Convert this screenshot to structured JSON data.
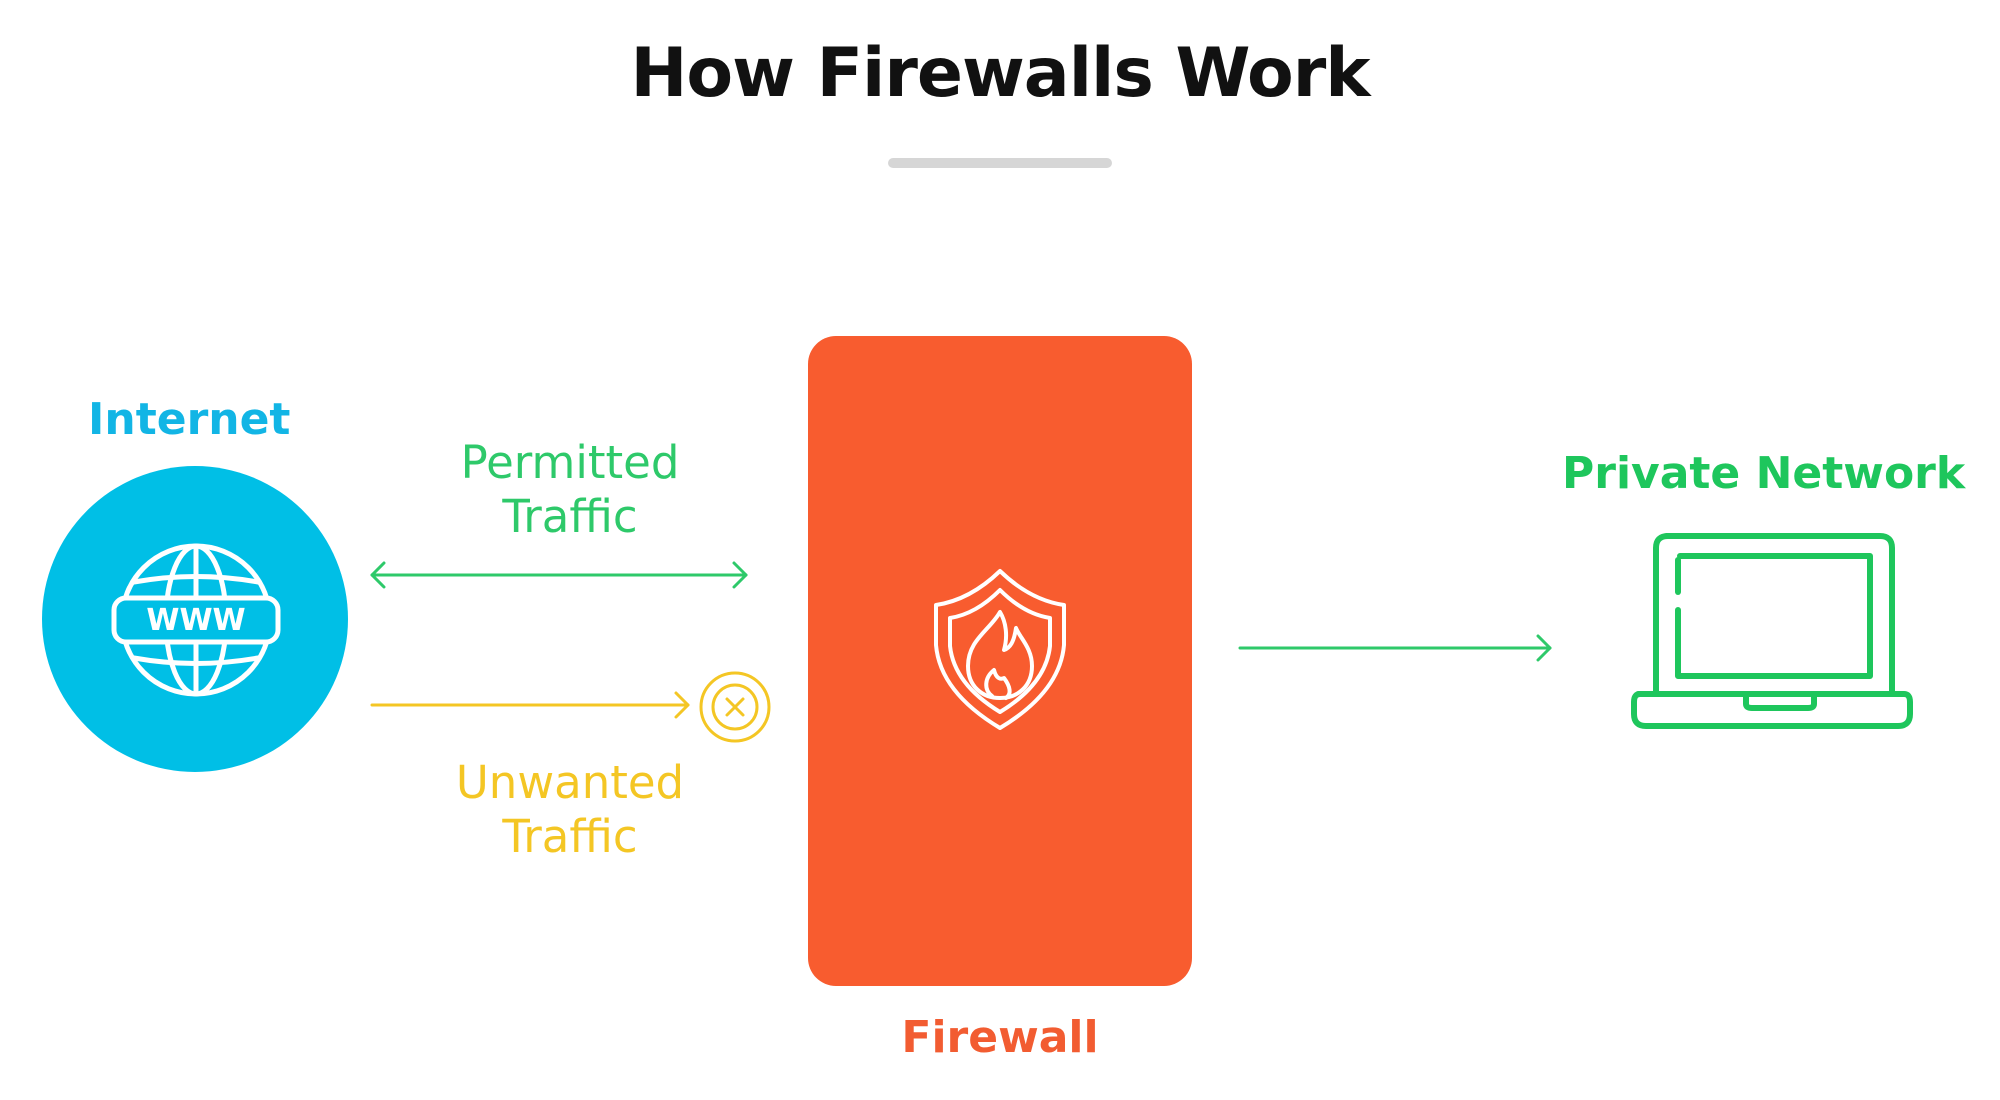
{
  "title": "How Firewalls Work",
  "nodes": {
    "internet": {
      "label": "Internet",
      "icon": "globe-www-icon",
      "icon_text": "WWW",
      "color": "#00bfe6"
    },
    "firewall": {
      "label": "Firewall",
      "icon": "fire-shield-icon",
      "color": "#f85c2f"
    },
    "private_network": {
      "label": "Private Network",
      "icon": "laptop-icon",
      "color": "#1ec65c"
    }
  },
  "traffic": {
    "permitted": {
      "line1": "Permitted",
      "line2": "Traffic",
      "color": "#2ec96a",
      "icon": "double-headed-arrow-icon"
    },
    "unwanted": {
      "line1": "Unwanted",
      "line2": "Traffic",
      "color": "#f4c624",
      "icon": "blocked-x-icon"
    }
  },
  "colors": {
    "title": "#111111",
    "underline": "#d6d6d6"
  }
}
